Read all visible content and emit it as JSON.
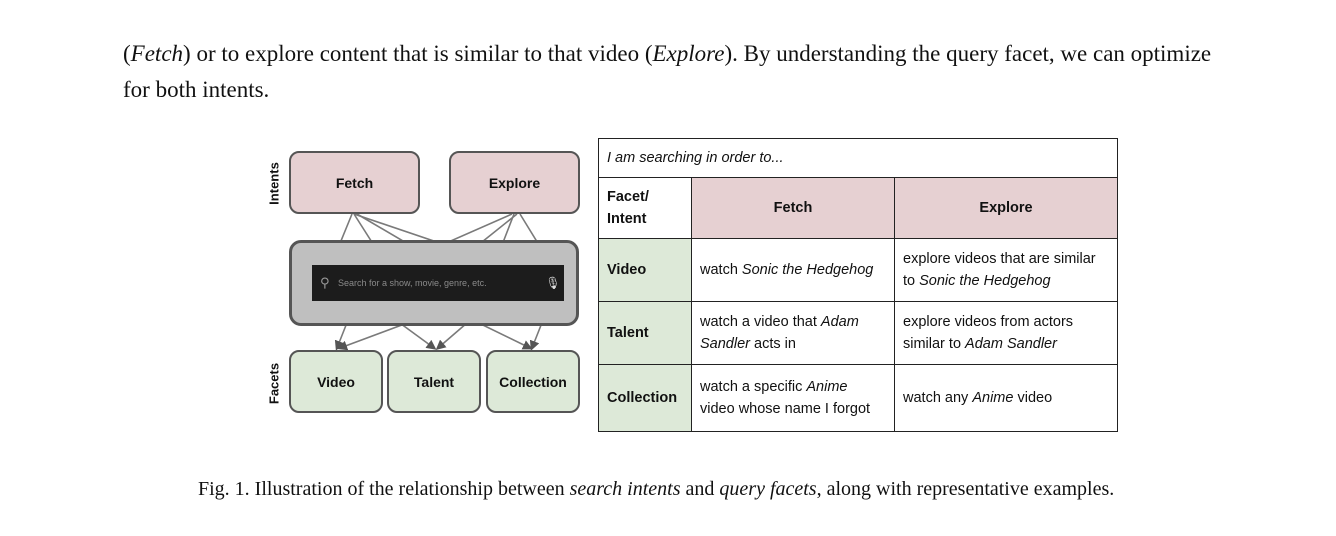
{
  "intro": {
    "line1": [
      {
        "text": "(",
        "italic": false
      },
      {
        "text": "Fetch",
        "italic": true
      },
      {
        "text": ") or to explore content that is similar to that video (",
        "italic": false
      },
      {
        "text": "Explore",
        "italic": true
      },
      {
        "text": "). By understanding the query facet, we can optimize",
        "italic": false
      }
    ],
    "line2": "for both intents."
  },
  "diagram": {
    "intents_label": "Intents",
    "facets_label": "Facets",
    "intents": [
      "Fetch",
      "Explore"
    ],
    "facets": [
      "Video",
      "Talent",
      "Collection"
    ],
    "search_placeholder": "Search for a show, movie, genre, etc.",
    "search_icon": "magnifier-icon",
    "mic_icon": "microphone-icon",
    "colors": {
      "intent": "#e6d0d2",
      "facet": "#dde9d8",
      "box": "#bfbfbf",
      "bar": "#1c1c1c"
    }
  },
  "table": {
    "caption": "I am searching in order to...",
    "corner_header": "Facet/ Intent",
    "columns": [
      "Fetch",
      "Explore"
    ],
    "rows": [
      {
        "facet": "Video",
        "cells": [
          [
            {
              "text": "watch ",
              "italic": false
            },
            {
              "text": "Sonic the Hedgehog",
              "italic": true
            }
          ],
          [
            {
              "text": "explore videos that are similar to ",
              "italic": false
            },
            {
              "text": "Sonic the Hedgehog",
              "italic": true
            }
          ]
        ]
      },
      {
        "facet": "Talent",
        "cells": [
          [
            {
              "text": "watch a video that ",
              "italic": false
            },
            {
              "text": "Adam Sandler",
              "italic": true
            },
            {
              "text": " acts in",
              "italic": false
            }
          ],
          [
            {
              "text": "explore videos from actors similar to ",
              "italic": false
            },
            {
              "text": "Adam Sandler",
              "italic": true
            }
          ]
        ]
      },
      {
        "facet": "Collection",
        "cells": [
          [
            {
              "text": "watch a specific ",
              "italic": false
            },
            {
              "text": "Anime",
              "italic": true
            },
            {
              "text": " video whose name I forgot",
              "italic": false
            }
          ],
          [
            {
              "text": "watch any ",
              "italic": false
            },
            {
              "text": "Anime",
              "italic": true
            },
            {
              "text": " video",
              "italic": false
            }
          ]
        ]
      }
    ]
  },
  "caption": [
    {
      "text": "Fig. 1.  Illustration of the relationship between ",
      "italic": false
    },
    {
      "text": "search intents",
      "italic": true
    },
    {
      "text": " and ",
      "italic": false
    },
    {
      "text": "query facets",
      "italic": true
    },
    {
      "text": ", along with representative examples.",
      "italic": false
    }
  ]
}
